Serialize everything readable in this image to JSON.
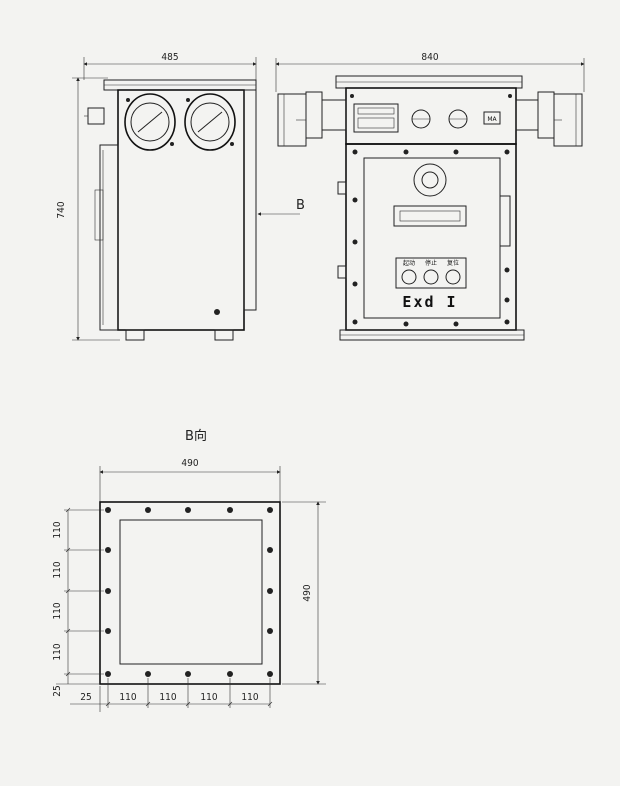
{
  "side_view": {
    "width_dim": "485",
    "height_dim": "740",
    "view_arrow_label": "B"
  },
  "front_view": {
    "width_dim": "840",
    "mark": "Exd I",
    "switch_labels": [
      "起动",
      "停止",
      "复位"
    ],
    "nameplate_tag": "MA"
  },
  "b_view": {
    "title": "B向",
    "width_dim": "490",
    "height_dim": "490",
    "left_pitches": [
      "110",
      "110",
      "110",
      "110"
    ],
    "left_offset": "25",
    "bottom_offset": "25",
    "bottom_pitches": [
      "110",
      "110",
      "110",
      "110"
    ]
  }
}
